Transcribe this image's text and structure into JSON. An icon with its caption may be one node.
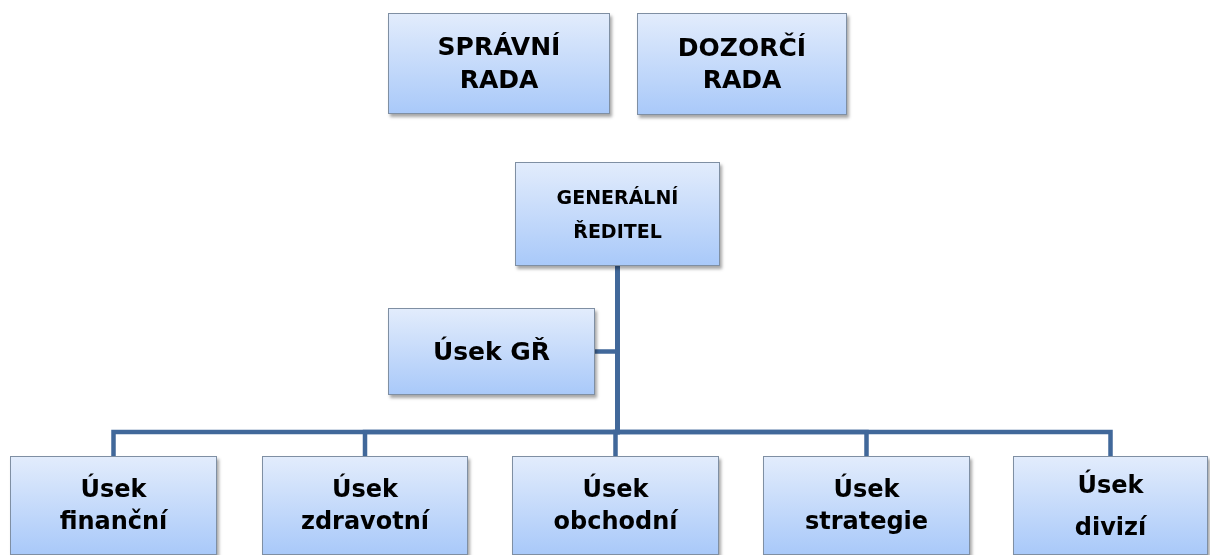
{
  "diagram": {
    "nodes": [
      {
        "text": [
          "SPRÁVNÍ RADA"
        ]
      },
      {
        "text": [
          "DOZORČÍ RADA"
        ]
      },
      {
        "text": [
          "GENERÁLNÍ ŘEDITEL"
        ]
      },
      {
        "text": [
          "Úsek GŘ"
        ]
      },
      {
        "text": [
          "Úsek finanční"
        ]
      },
      {
        "text": [
          "Úsek zdravotní"
        ]
      },
      {
        "text": [
          "Úsek obchodní"
        ]
      },
      {
        "text": [
          "Úsek strategie"
        ]
      },
      {
        "text": [
          "Úsek divizí"
        ]
      }
    ],
    "edges": [
      {
        "from": 2,
        "to": 3,
        "arrow": "none"
      },
      {
        "from": 2,
        "to": 4,
        "arrow": "none"
      },
      {
        "from": 2,
        "to": 5,
        "arrow": "none"
      },
      {
        "from": 2,
        "to": 6,
        "arrow": "none"
      },
      {
        "from": 2,
        "to": 7,
        "arrow": "none"
      },
      {
        "from": 2,
        "to": 8,
        "arrow": "none"
      }
    ]
  }
}
